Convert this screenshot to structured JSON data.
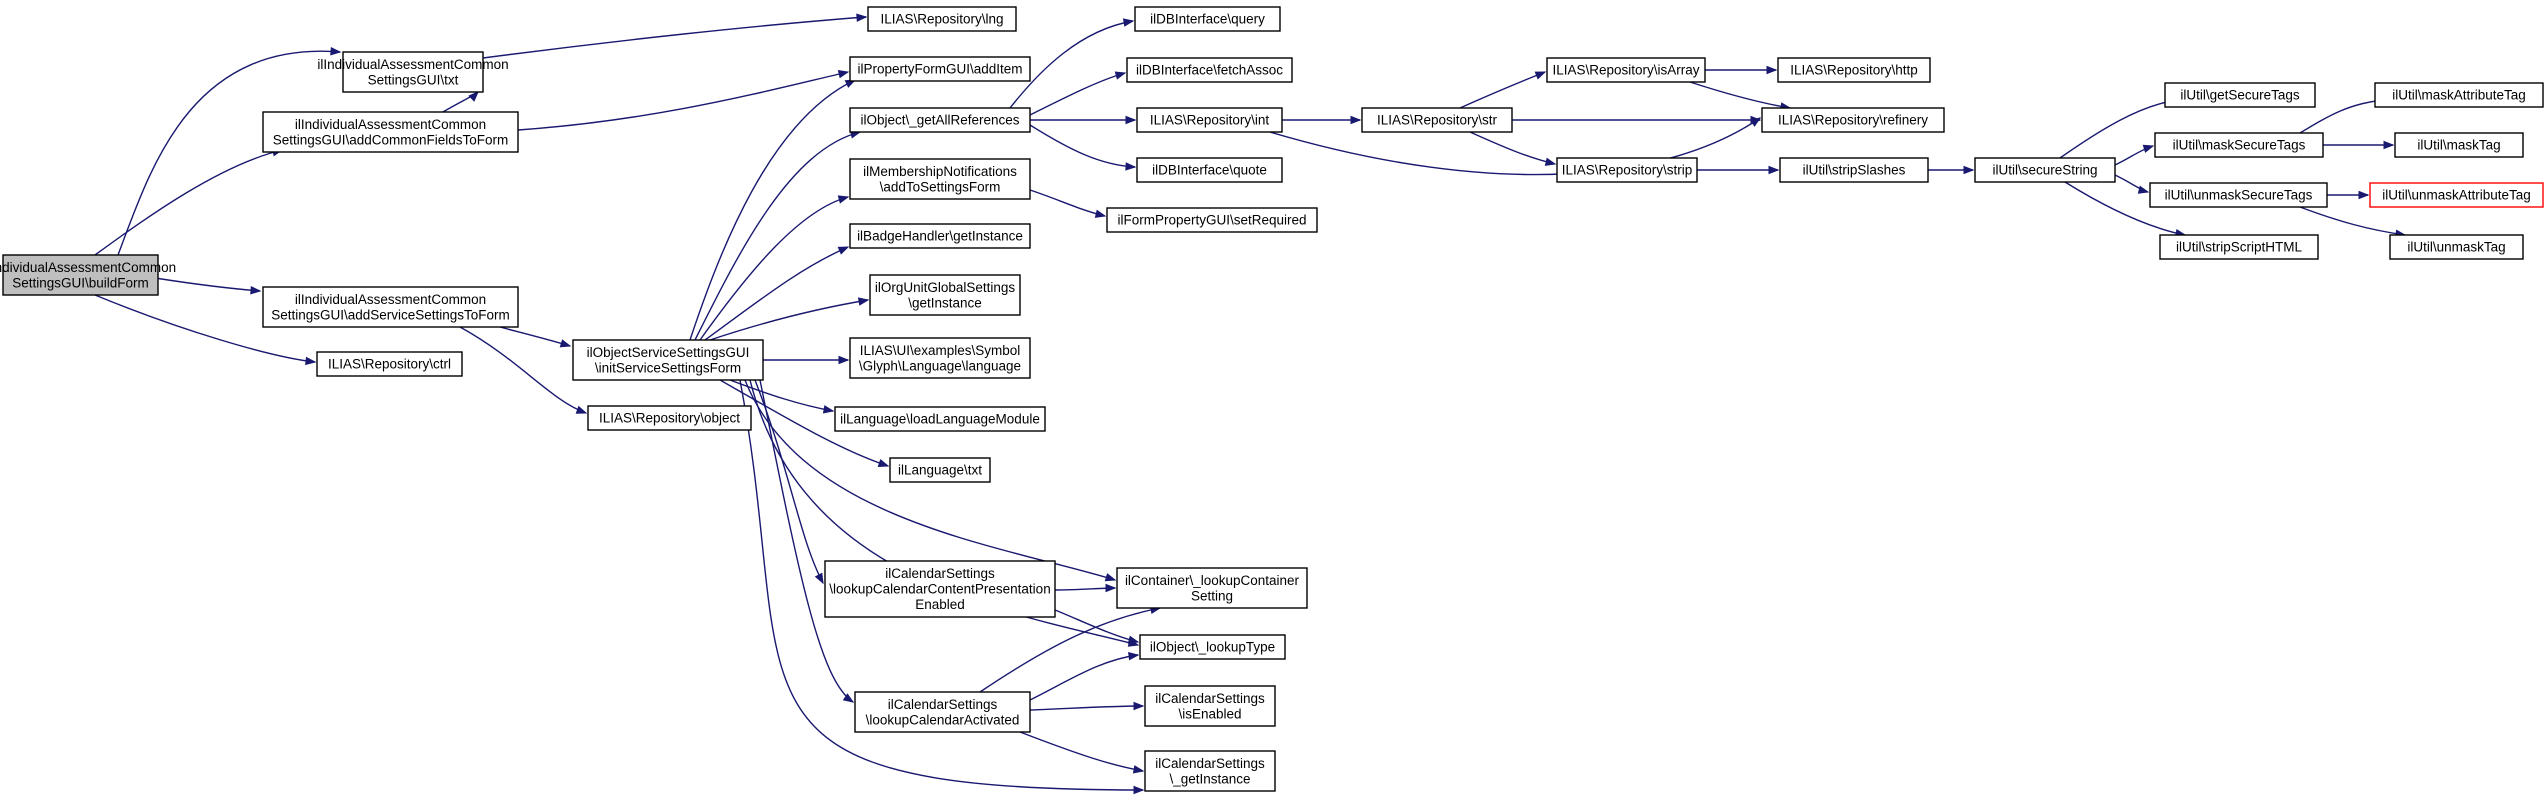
{
  "colors": {
    "edge": "#191970",
    "root_fill": "#bfbfbf",
    "alert_border": "#ff0000",
    "node_border": "#000000",
    "node_fill": "#ffffff"
  },
  "nodes": [
    {
      "id": "root",
      "lines": [
        "ilIndividualAssessmentCommon",
        "SettingsGUI\\buildForm"
      ],
      "style": "root"
    },
    {
      "id": "commonTxt",
      "lines": [
        "ilIndividualAssessmentCommon",
        "SettingsGUI\\txt"
      ]
    },
    {
      "id": "addCommon",
      "lines": [
        "ilIndividualAssessmentCommon",
        "SettingsGUI\\addCommonFieldsToForm"
      ]
    },
    {
      "id": "addService",
      "lines": [
        "ilIndividualAssessmentCommon",
        "SettingsGUI\\addServiceSettingsToForm"
      ]
    },
    {
      "id": "repoCtrl",
      "lines": [
        "ILIAS\\Repository\\ctrl"
      ]
    },
    {
      "id": "repoLng",
      "lines": [
        "ILIAS\\Repository\\lng"
      ]
    },
    {
      "id": "addItem",
      "lines": [
        "ilPropertyFormGUI\\addItem"
      ]
    },
    {
      "id": "getAllRefs",
      "lines": [
        "ilObject\\_getAllReferences"
      ]
    },
    {
      "id": "membership",
      "lines": [
        "ilMembershipNotifications",
        "\\addToSettingsForm"
      ]
    },
    {
      "id": "badge",
      "lines": [
        "ilBadgeHandler\\getInstance"
      ]
    },
    {
      "id": "orgUnit",
      "lines": [
        "ilOrgUnitGlobalSettings",
        "\\getInstance"
      ]
    },
    {
      "id": "glyph",
      "lines": [
        "ILIAS\\UI\\examples\\Symbol",
        "\\Glyph\\Language\\language"
      ]
    },
    {
      "id": "loadLang",
      "lines": [
        "ilLanguage\\loadLanguageModule"
      ]
    },
    {
      "id": "langTxt",
      "lines": [
        "ilLanguage\\txt"
      ]
    },
    {
      "id": "calContent",
      "lines": [
        "ilCalendarSettings",
        "\\lookupCalendarContentPresentation",
        "Enabled"
      ]
    },
    {
      "id": "calActivated",
      "lines": [
        "ilCalendarSettings",
        "\\lookupCalendarActivated"
      ]
    },
    {
      "id": "objService",
      "lines": [
        "ilObjectServiceSettingsGUI",
        "\\initServiceSettingsForm"
      ]
    },
    {
      "id": "repoObject",
      "lines": [
        "ILIAS\\Repository\\object"
      ]
    },
    {
      "id": "dbQuery",
      "lines": [
        "ilDBInterface\\query"
      ]
    },
    {
      "id": "dbFetch",
      "lines": [
        "ilDBInterface\\fetchAssoc"
      ]
    },
    {
      "id": "repoInt",
      "lines": [
        "ILIAS\\Repository\\int"
      ]
    },
    {
      "id": "dbQuote",
      "lines": [
        "ilDBInterface\\quote"
      ]
    },
    {
      "id": "setRequired",
      "lines": [
        "ilFormPropertyGUI\\setRequired"
      ]
    },
    {
      "id": "lookupContainer",
      "lines": [
        "ilContainer\\_lookupContainer",
        "Setting"
      ]
    },
    {
      "id": "lookupType",
      "lines": [
        "ilObject\\_lookupType"
      ]
    },
    {
      "id": "calEnabled",
      "lines": [
        "ilCalendarSettings",
        "\\isEnabled"
      ]
    },
    {
      "id": "calInstance",
      "lines": [
        "ilCalendarSettings",
        "\\_getInstance"
      ]
    },
    {
      "id": "repoStr",
      "lines": [
        "ILIAS\\Repository\\str"
      ]
    },
    {
      "id": "repoIsArray",
      "lines": [
        "ILIAS\\Repository\\isArray"
      ]
    },
    {
      "id": "repoStrip",
      "lines": [
        "ILIAS\\Repository\\strip"
      ]
    },
    {
      "id": "repoHttp",
      "lines": [
        "ILIAS\\Repository\\http"
      ]
    },
    {
      "id": "repoRefinery",
      "lines": [
        "ILIAS\\Repository\\refinery"
      ]
    },
    {
      "id": "stripSlashes",
      "lines": [
        "ilUtil\\stripSlashes"
      ]
    },
    {
      "id": "secureString",
      "lines": [
        "ilUtil\\secureString"
      ]
    },
    {
      "id": "getSecureTags",
      "lines": [
        "ilUtil\\getSecureTags"
      ]
    },
    {
      "id": "maskSecureTags",
      "lines": [
        "ilUtil\\maskSecureTags"
      ]
    },
    {
      "id": "unmaskSecureTags",
      "lines": [
        "ilUtil\\unmaskSecureTags"
      ]
    },
    {
      "id": "stripScript",
      "lines": [
        "ilUtil\\stripScriptHTML"
      ]
    },
    {
      "id": "maskAttrTag",
      "lines": [
        "ilUtil\\maskAttributeTag"
      ]
    },
    {
      "id": "maskTag",
      "lines": [
        "ilUtil\\maskTag"
      ]
    },
    {
      "id": "unmaskAttrTag",
      "lines": [
        "ilUtil\\unmaskAttributeTag"
      ],
      "style": "alert"
    },
    {
      "id": "unmaskTag",
      "lines": [
        "ilUtil\\unmaskTag"
      ]
    }
  ]
}
